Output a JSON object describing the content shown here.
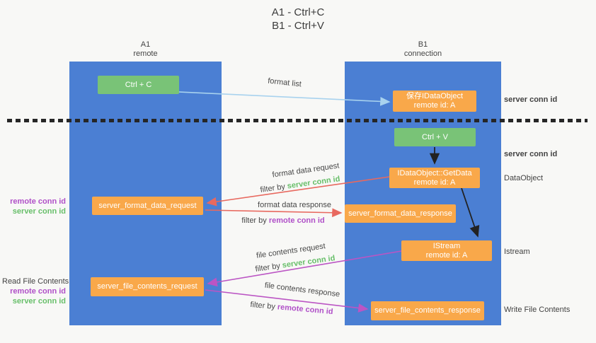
{
  "title": {
    "line1": "A1 - Ctrl+C",
    "line2": "B1 - Ctrl+V"
  },
  "lanes": {
    "a1": {
      "name": "A1",
      "subtitle": "remote"
    },
    "b1": {
      "name": "B1",
      "subtitle": "connection"
    }
  },
  "nodes": {
    "ctrl_c": {
      "label": "Ctrl + C"
    },
    "ctrl_v": {
      "label": "Ctrl + V"
    },
    "save_dataobject": {
      "line1": "保存IDataObject",
      "line2": "remote id: A"
    },
    "getdata": {
      "line1": "IDataObject::GetData",
      "line2": "remote id: A"
    },
    "istream": {
      "line1": "IStream",
      "line2": "remote id: A"
    },
    "server_format_data_request": {
      "label": "server_format_data_request"
    },
    "server_format_data_response": {
      "label": "server_format_data_response"
    },
    "server_file_contents_request": {
      "label": "server_file_contents_request"
    },
    "server_file_contents_response": {
      "label": "server_file_contents_response"
    }
  },
  "edge_labels": {
    "format_list": "format list",
    "format_data_request": "format data request",
    "format_data_response": "format data response",
    "file_contents_request": "file contents request",
    "file_contents_response": "file contents response",
    "filter_by": "filter by",
    "server_conn_id": "server conn id",
    "remote_conn_id": "remote conn id"
  },
  "side_labels": {
    "remote_conn_id": "remote conn id",
    "server_conn_id": "server conn id",
    "read_file_contents": "Read File Contents",
    "write_file_contents": "Write File Contents",
    "dataobject": "DataObject",
    "istream": "Istream"
  },
  "colors": {
    "lane_blue": "#4b7fd3",
    "node_green": "#79c377",
    "node_orange": "#f9a84a",
    "label_green": "#68bf6a",
    "label_purple": "#b050c8",
    "arrow_red": "#e8695f",
    "arrow_purple": "#bb55c4",
    "arrow_light_blue": "#a8d2ee",
    "arrow_black": "#222222"
  }
}
